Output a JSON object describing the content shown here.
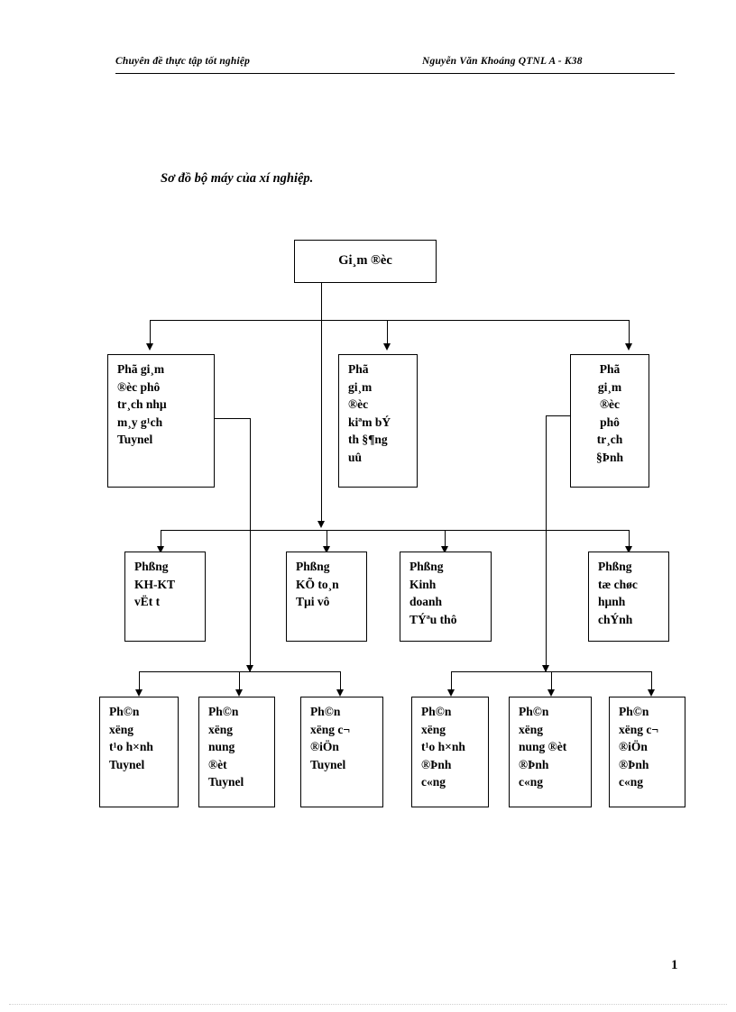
{
  "header": {
    "left": "Chuyên đề thực tập tốt nghiệp",
    "right": "Nguyễn Văn Khoáng QTNL A - K38"
  },
  "diagram": {
    "title": "Sơ đồ bộ máy của xí nghiệp.",
    "type": "organization-chart",
    "level_1": [
      {
        "id": "director",
        "label": "Gi¸m ®èc"
      }
    ],
    "level_2": [
      {
        "id": "deputy-tuynel",
        "label": "Phã gi¸m\n®èc phô\ntr¸ch nhµ\nm¸y g¹ch\nTuynel"
      },
      {
        "id": "deputy-party",
        "label": "Phã\ngi¸m\n®èc\nkiªm bÝ\nth  §¶ng\nuû"
      },
      {
        "id": "deputy-dinh",
        "label": "Phã\ngi¸m\n®èc\nphô\ntr¸ch\n§Þnh"
      }
    ],
    "level_3": [
      {
        "id": "dept-kh-kt",
        "label": "Phßng\nKH-KT\nvËt t"
      },
      {
        "id": "dept-ke-toan",
        "label": "Phßng\nKÕ to¸n\nTµi vô"
      },
      {
        "id": "dept-kinh-doanh",
        "label": "Phßng\nKinh\ndoanh\nTÝªu thô"
      },
      {
        "id": "dept-to-chuc",
        "label": "Phßng\ntæ chøc\nhµnh\nchÝnh"
      }
    ],
    "level_4": [
      {
        "id": "workshop-tao-hinh-tuynel",
        "label": "Ph©n\nxëng\nt¹o h×nh\nTuynel"
      },
      {
        "id": "workshop-nung-dot-tuynel",
        "label": "Ph©n\nxëng\nnung\n®èt\nTuynel"
      },
      {
        "id": "workshop-co-dien-tuynel",
        "label": "Ph©n\nxëng  c¬\n®iÖn\nTuynel"
      },
      {
        "id": "workshop-tao-hinh-dinh-cong",
        "label": "Ph©n\nxëng\nt¹o h×nh\n®Þnh\nc«ng"
      },
      {
        "id": "workshop-nung-dot-dinh-cong",
        "label": "Ph©n\nxëng\nnung ®èt\n®Þnh\nc«ng"
      },
      {
        "id": "workshop-co-dien-dinh-cong",
        "label": "Ph©n\nxëng  c¬\n®iÖn\n®Þnh\nc«ng"
      }
    ]
  },
  "footer": {
    "page_number": "1"
  }
}
